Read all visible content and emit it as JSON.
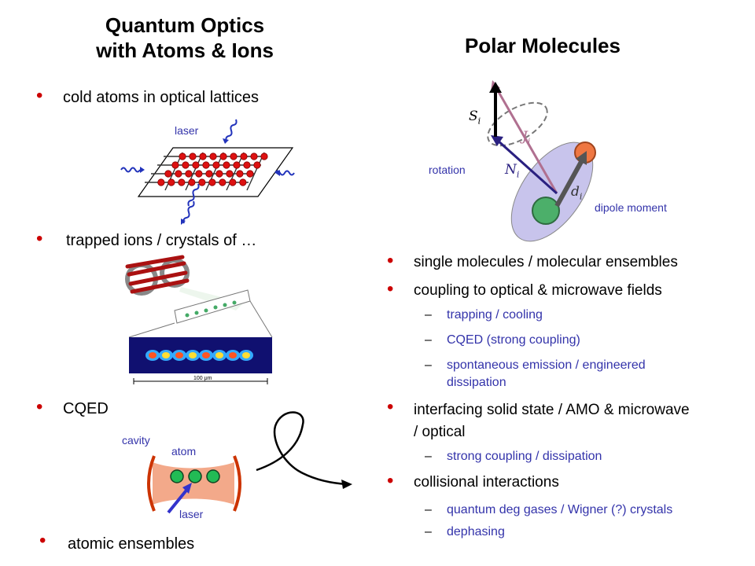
{
  "left": {
    "title_line1": "Quantum Optics",
    "title_line2": "with Atoms & Ions",
    "bullets": [
      "cold atoms in optical lattices",
      "trapped ions / crystals of …",
      "CQED",
      "atomic ensembles"
    ],
    "lattice_label": "laser",
    "ion_scale_label": "100 μm",
    "cavity_label": "cavity",
    "atom_label": "atom",
    "cqed_laser_label": "laser"
  },
  "right": {
    "title": "Polar Molecules",
    "vec_S": "S",
    "vec_J": "J",
    "vec_N": "N",
    "vec_d": "d",
    "vec_subscript": "i",
    "rotation_label": "rotation",
    "dipole_label": "dipole moment",
    "bullets": [
      "single molecules / molecular ensembles",
      "coupling to optical & microwave fields"
    ],
    "sub1": [
      "trapping / cooling",
      "CQED (strong coupling)",
      "spontaneous emission / engineered",
      "dissipation"
    ],
    "bullet3_line1": "interfacing solid state / AMO & microwave",
    "bullet3_line2": "/ optical",
    "sub2": [
      "strong coupling / dissipation"
    ],
    "bullet4": "collisional interactions",
    "sub3": [
      "quantum deg gases / Wigner (?) crystals",
      "dephasing"
    ],
    "dash": "–"
  }
}
